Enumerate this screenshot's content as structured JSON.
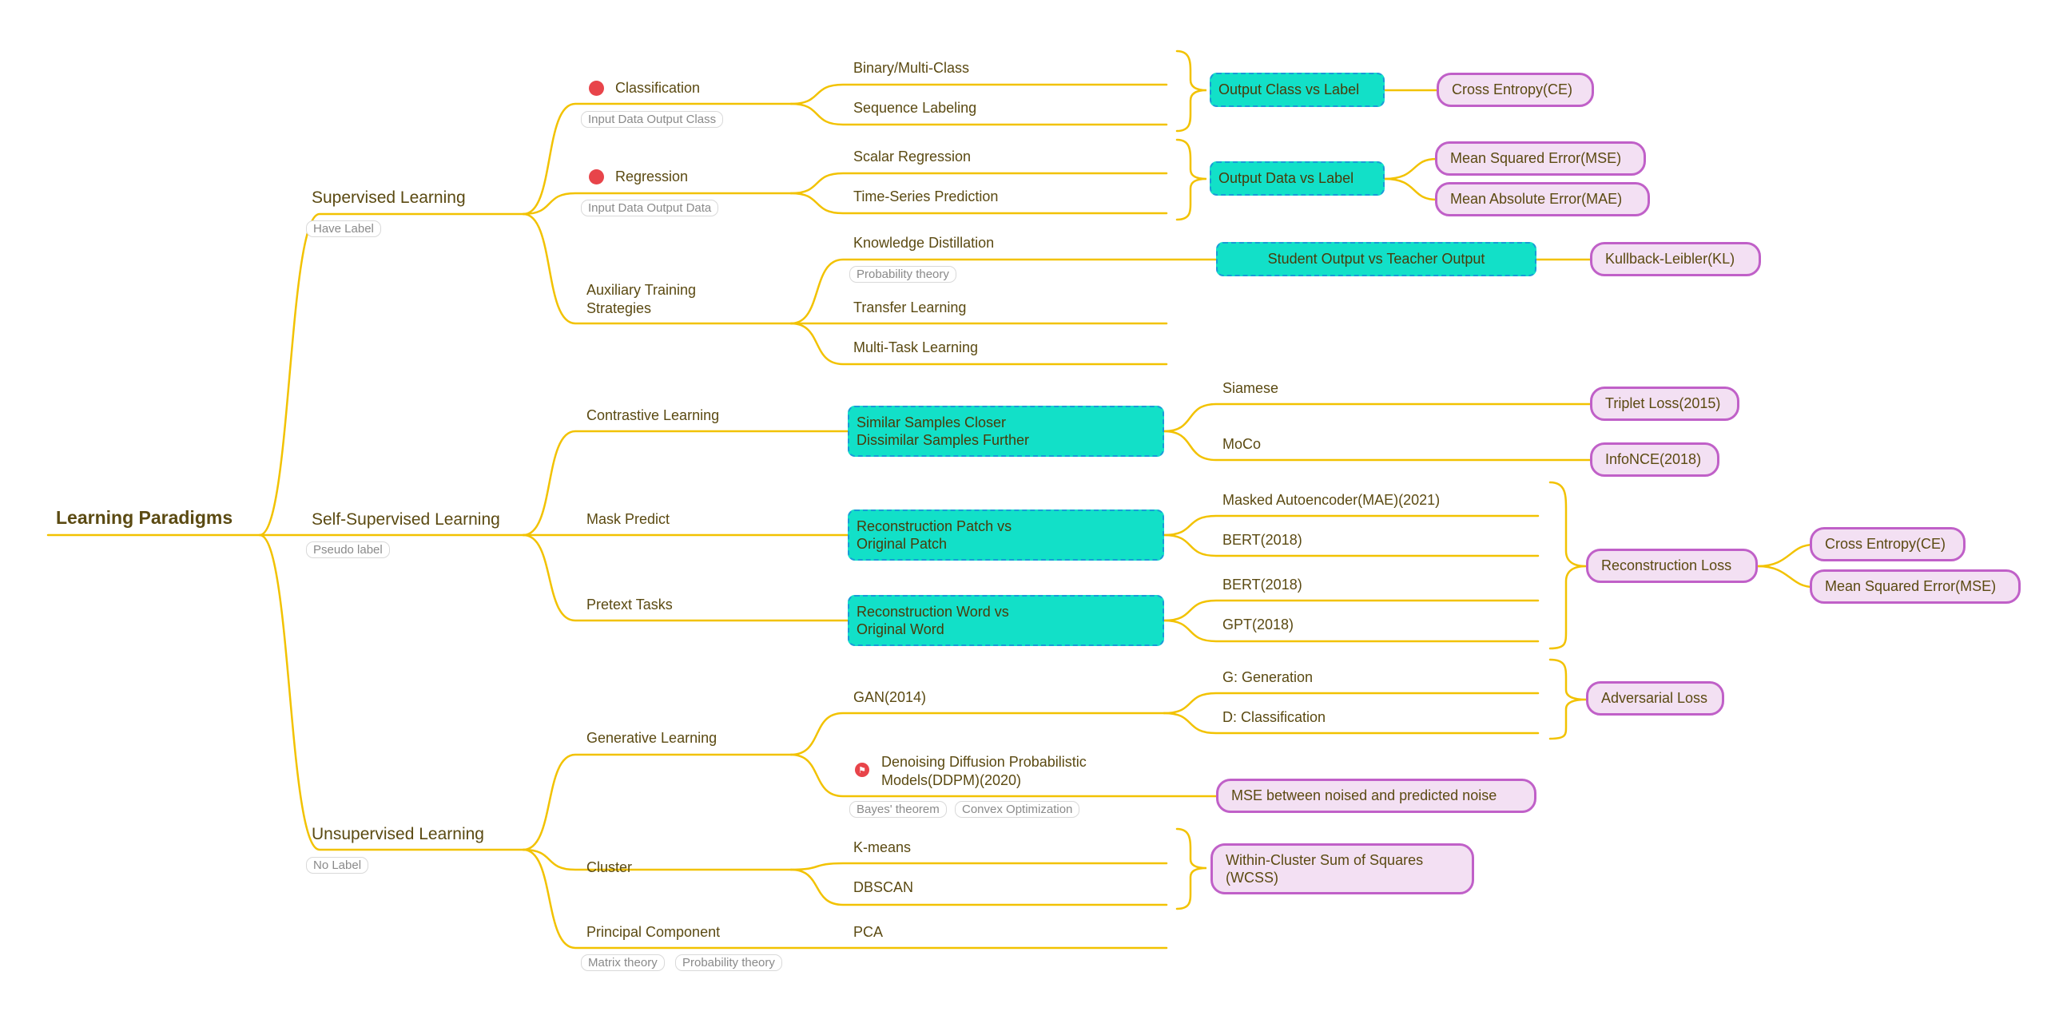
{
  "root": "Learning Paradigms",
  "supervised": {
    "label": "Supervised Learning",
    "tag": "Have Label",
    "classification": {
      "label": "Classification",
      "tag": "Input Data Output Class",
      "items": [
        "Binary/Multi-Class",
        "Sequence Labeling"
      ],
      "box": "Output Class vs Label",
      "loss": "Cross Entropy(CE)"
    },
    "regression": {
      "label": "Regression",
      "tag": "Input Data Output Data",
      "items": [
        "Scalar Regression",
        "Time-Series Prediction"
      ],
      "box": "Output Data vs Label",
      "losses": [
        "Mean Squared Error(MSE)",
        "Mean Absolute Error(MAE)"
      ]
    },
    "auxiliary": {
      "label_line1": "Auxiliary Training",
      "label_line2": "Strategies",
      "items": [
        "Knowledge Distillation",
        "Transfer Learning",
        "Multi-Task Learning"
      ],
      "kd_tag": "Probability theory",
      "box": "Student Output vs Teacher Output",
      "loss": "Kullback-Leibler(KL)"
    }
  },
  "self_supervised": {
    "label": "Self-Supervised Learning",
    "tag": "Pseudo label",
    "contrastive": {
      "label": "Contrastive Learning",
      "box_line1": "Similar Samples Closer",
      "box_line2": "Dissimilar Samples Further",
      "items": [
        "Siamese",
        "MoCo"
      ],
      "losses": [
        "Triplet Loss(2015)",
        "InfoNCE(2018)"
      ]
    },
    "mask_predict": {
      "label": "Mask Predict",
      "box_line1": "Reconstruction Patch vs",
      "box_line2": "Original Patch",
      "items": [
        "Masked Autoencoder(MAE)(2021)",
        "BERT(2018)"
      ]
    },
    "pretext": {
      "label": "Pretext Tasks",
      "box_line1": "Reconstruction Word vs",
      "box_line2": "Original Word",
      "items": [
        "BERT(2018)",
        "GPT(2018)"
      ]
    },
    "reconstruction_loss": "Reconstruction Loss",
    "reconstruction_losses": [
      "Cross Entropy(CE)",
      "Mean Squared Error(MSE)"
    ]
  },
  "unsupervised": {
    "label": "Unsupervised Learning",
    "tag": "No Label",
    "generative": {
      "label": "Generative Learning",
      "gan": "GAN(2014)",
      "gan_items": [
        "G: Generation",
        "D: Classification"
      ],
      "adversarial": "Adversarial Loss",
      "ddpm_line1": "Denoising Diffusion Probabilistic",
      "ddpm_line2": "Models(DDPM)(2020)",
      "ddpm_tags": [
        "Bayes' theorem",
        "Convex Optimization"
      ],
      "ddpm_loss": "MSE between noised and predicted noise"
    },
    "cluster": {
      "label": "Cluster",
      "items": [
        "K-means",
        "DBSCAN"
      ],
      "loss_line1": "Within-Cluster Sum of Squares",
      "loss_line2": "(WCSS)"
    },
    "pca": {
      "label": "Principal Component",
      "item": "PCA",
      "tags": [
        "Matrix theory",
        "Probability theory"
      ]
    }
  },
  "colors": {
    "line": "#f2c200",
    "text": "#5b4a12",
    "marker": "#e8444a",
    "cyan_box": "#12e0c8",
    "pink_box": "#f3e0f3",
    "pink_border": "#c060c8"
  },
  "icons": [
    "priority-marker-icon",
    "flag-marker-icon"
  ]
}
